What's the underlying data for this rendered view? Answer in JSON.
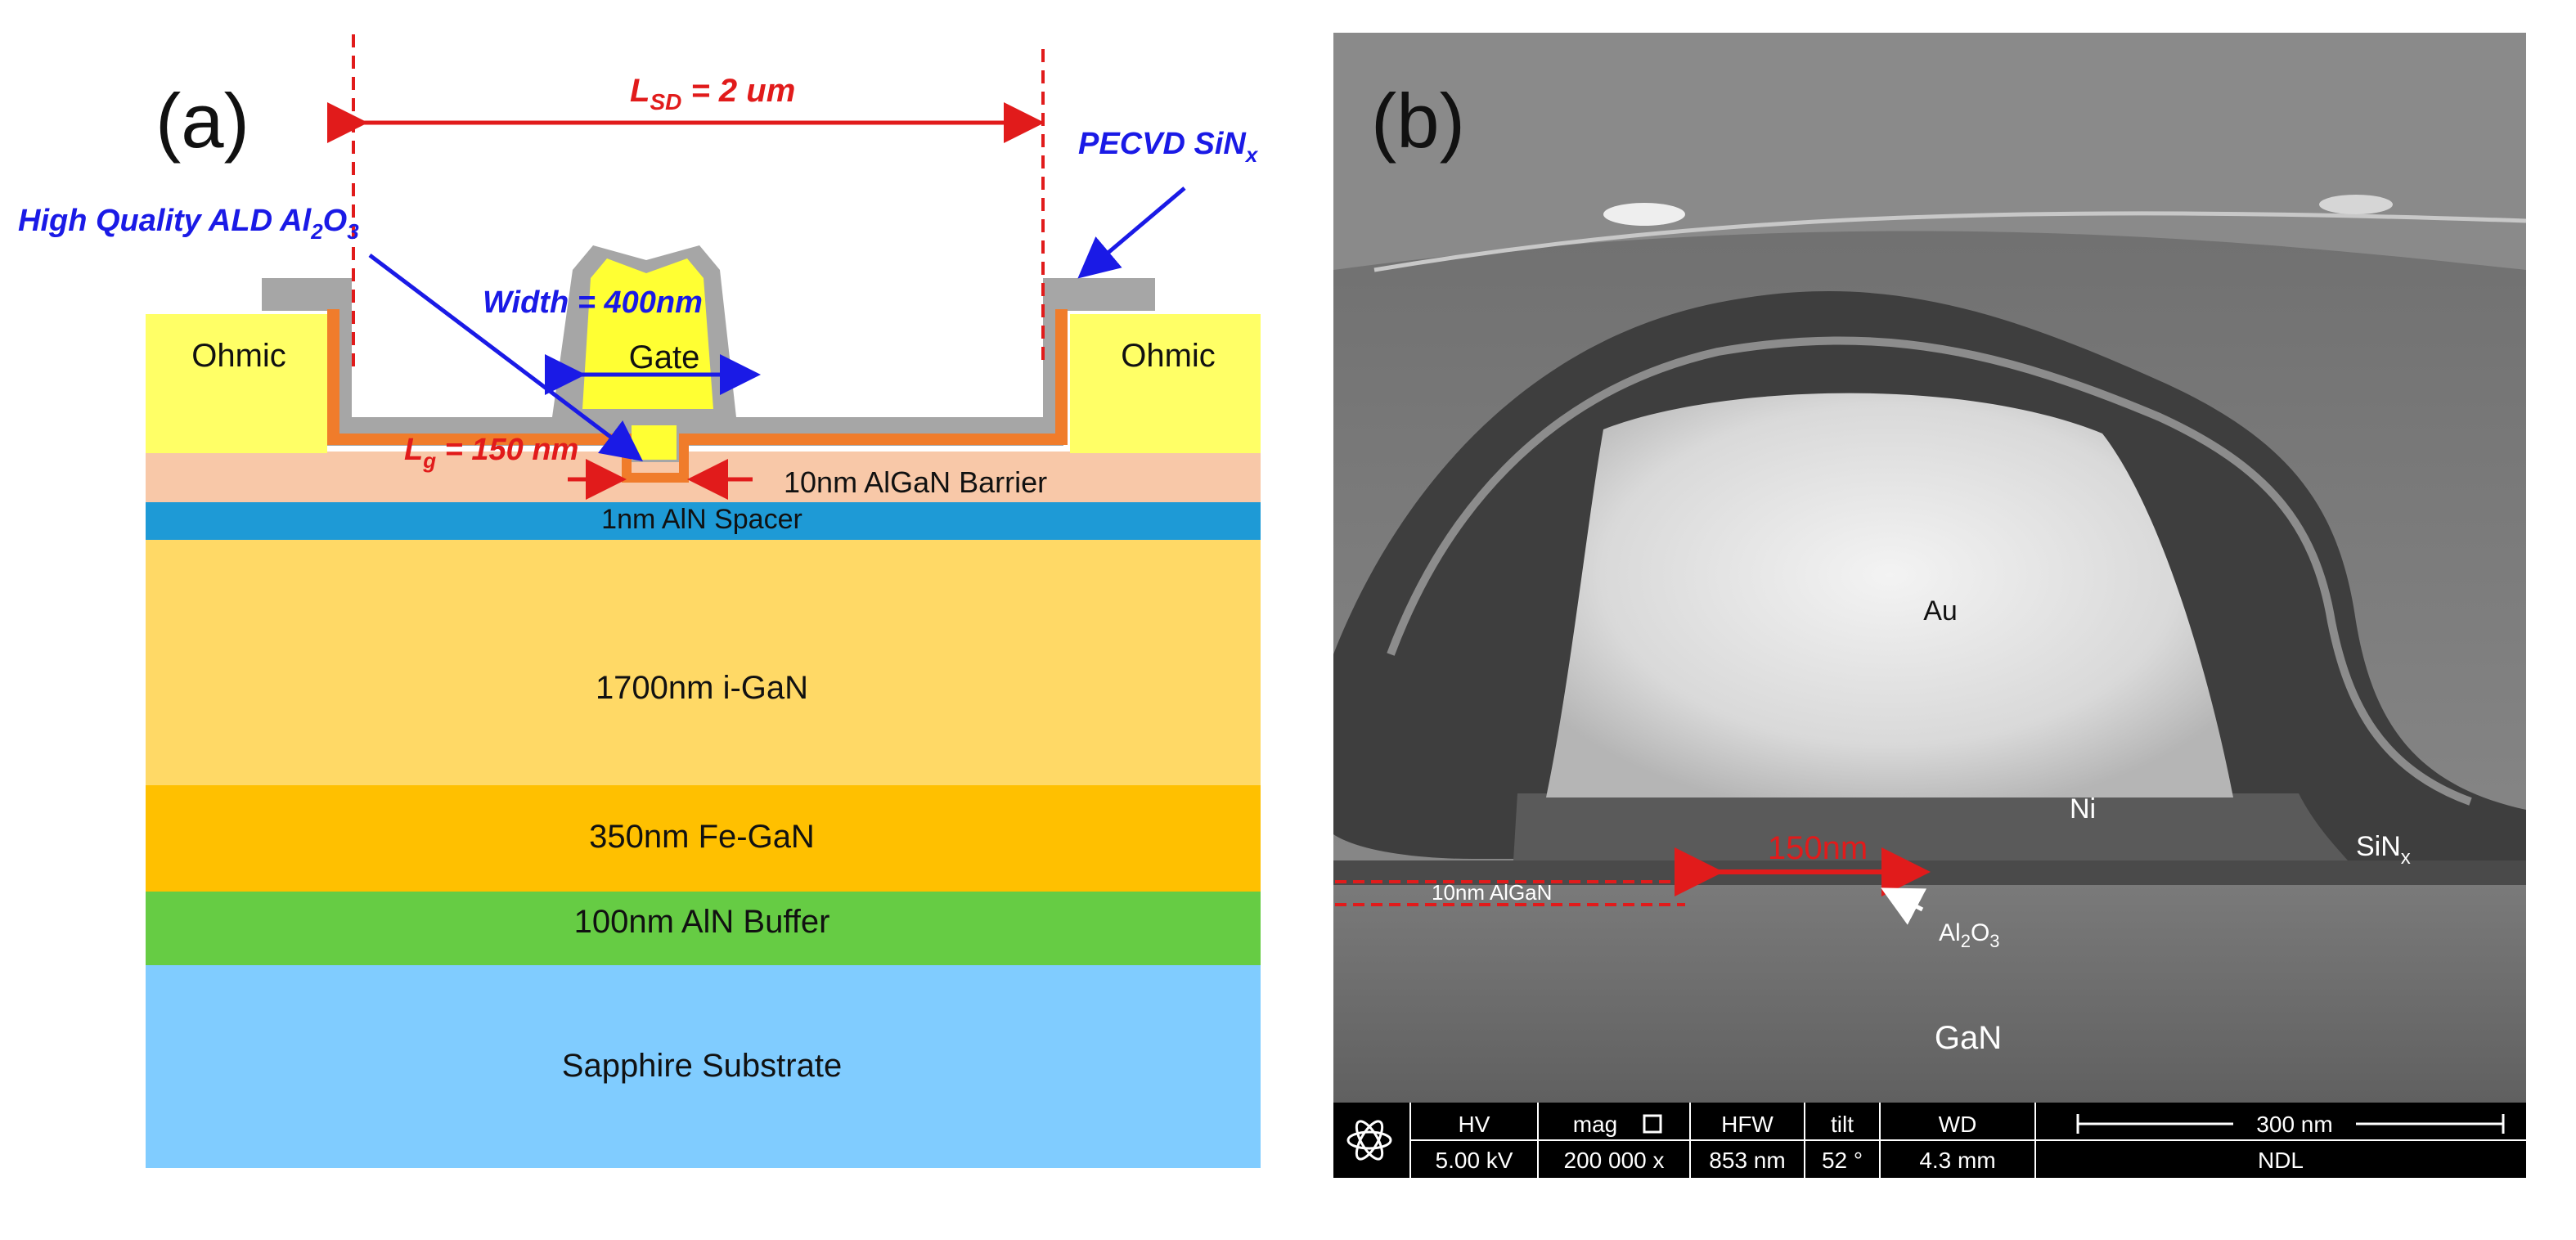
{
  "panel_a": {
    "tag": "(a)",
    "lsd_label": "L",
    "lsd_sub": "SD",
    "lsd_value": " = 2 um",
    "pecvd_label": "PECVD SiN",
    "pecvd_sub": "x",
    "ald_label": "High Quality ALD Al",
    "ald_sub1": "2",
    "ald_mid": "O",
    "ald_sub2": "3",
    "width_label": "Width = 400nm",
    "gate_label": "Gate",
    "ohmic_left": "Ohmic",
    "ohmic_right": "Ohmic",
    "lg_label": "L",
    "lg_sub": "g",
    "lg_value": " = 150 nm",
    "layers": {
      "algan": "10nm AlGaN Barrier",
      "aln_spacer": "1nm AlN Spacer",
      "igan": "1700nm i-GaN",
      "fegan": "350nm Fe-GaN",
      "aln_buffer": "100nm AlN Buffer",
      "sapphire": "Sapphire Substrate"
    },
    "colors": {
      "ohmic": "#ffff66",
      "gate": "#ffff33",
      "sinx": "#a6a6a6",
      "al2o3": "#f07c2b",
      "algan": "#f8c8a8",
      "aln_spacer": "#1e9ad6",
      "igan": "#ffd966",
      "fegan": "#ffc000",
      "aln_buffer": "#66cc44",
      "sapphire": "#80ccff",
      "blue_text": "#1a1ae6",
      "red_text": "#e11b1b"
    }
  },
  "panel_b": {
    "tag": "(b)",
    "au": "Au",
    "ni": "Ni",
    "sinx": "SiN",
    "sinx_sub": "x",
    "algan": "10nm AlGaN",
    "al2o3": "Al",
    "al2o3_sub1": "2",
    "al2o3_mid": "O",
    "al2o3_sub2": "3",
    "gan": "GaN",
    "measure": "150nm",
    "info_bar": {
      "headers": [
        "HV",
        "mag",
        "HFW",
        "tilt",
        "WD"
      ],
      "values": [
        "5.00 kV",
        "200 000 x",
        "853 nm",
        "52 °",
        "4.3 mm"
      ],
      "scale": "300 nm",
      "lab": "NDL"
    }
  }
}
